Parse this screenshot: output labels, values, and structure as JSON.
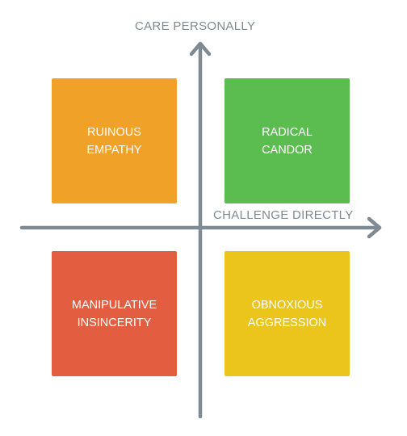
{
  "axes": {
    "y_label": "CARE PERSONALLY",
    "x_label": "CHALLENGE DIRECTLY",
    "color": "#7f8a93"
  },
  "quadrants": [
    {
      "id": "ruinous-empathy",
      "line1": "RUINOUS",
      "line2": "EMPATHY",
      "color": "#f0a127"
    },
    {
      "id": "radical-candor",
      "line1": "RADICAL",
      "line2": "CANDOR",
      "color": "#5bbd4f"
    },
    {
      "id": "manipulative-insincerity",
      "line1": "MANIPULATIVE",
      "line2": "INSINCERITY",
      "color": "#e35d40"
    },
    {
      "id": "obnoxious-aggression",
      "line1": "OBNOXIOUS",
      "line2": "AGGRESSION",
      "color": "#ecc51c"
    }
  ]
}
